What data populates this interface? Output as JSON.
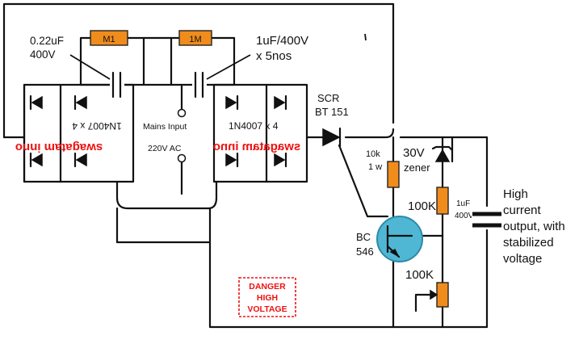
{
  "labels": {
    "cap1_value": "0.22uF",
    "cap1_voltage": "400V",
    "res_left": "M1",
    "res_right": "1M",
    "cap2_value": "1uF/400V",
    "cap2_qty": "x 5nos",
    "bridge_left": "1N4007 x 4",
    "bridge_right": "1N4007 x 4",
    "watermark_left": "swagatam inno",
    "watermark_right": "swagatam inno",
    "mains_input": "Mains Input",
    "mains_voltage": "220V AC",
    "scr_type": "SCR",
    "scr_part": "BT 151",
    "res_10k": "10k",
    "res_10k_power": "1 w",
    "zener_voltage": "30V",
    "zener_word": "zener",
    "res_100k_upper": "100K",
    "cap_out_value": "1uF",
    "cap_out_voltage": "400V",
    "transistor_type": "BC",
    "transistor_part": "546",
    "res_100k_lower": "100K",
    "danger_1": "DANGER",
    "danger_2": "HIGH",
    "danger_3": "VOLTAGE",
    "output_1": "High",
    "output_2": "current",
    "output_3": "output, with",
    "output_4": "stabilized",
    "output_5": "voltage"
  },
  "colors": {
    "wire": "#111111",
    "resistor_fill": "#f08c1c",
    "transistor_fill": "#4fb7d4",
    "warning": "#ee1111"
  }
}
